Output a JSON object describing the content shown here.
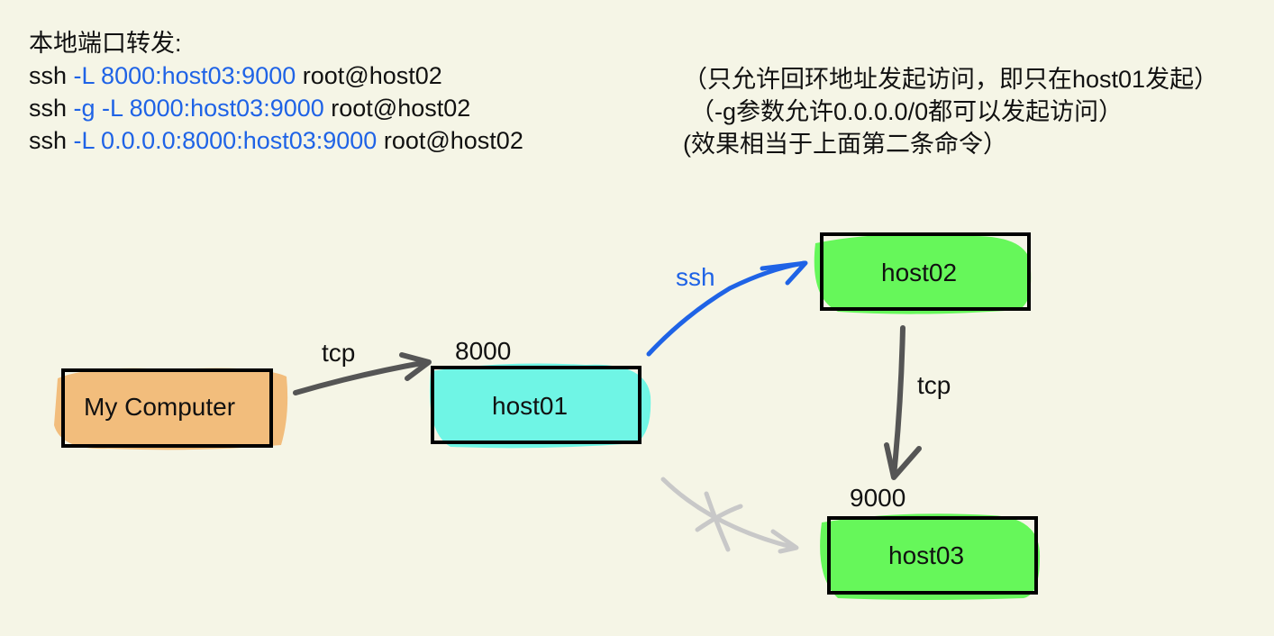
{
  "title": "本地端口转发:",
  "commands": [
    {
      "cmd": "ssh",
      "args": "-L 8000:host03:9000",
      "target": "root@host02",
      "note": "（只允许回环地址发起访问，即只在host01发起）"
    },
    {
      "cmd": "ssh",
      "args": "-g -L 8000:host03:9000",
      "target": "root@host02",
      "note": "（-g参数允许0.0.0.0/0都可以发起访问）"
    },
    {
      "cmd": "ssh",
      "args": "-L 0.0.0.0:8000:host03:9000",
      "target": "root@host02",
      "note": "(效果相当于上面第二条命令）"
    }
  ],
  "nodes": {
    "my_computer": "My Computer",
    "host01": "host01",
    "host02": "host02",
    "host03": "host03"
  },
  "edges": {
    "computer_to_host01": "tcp",
    "host01_to_host02": "ssh",
    "host02_to_host03": "tcp"
  },
  "ports": {
    "host01": "8000",
    "host03": "9000"
  },
  "colors": {
    "command_blue": "#1f63e6",
    "my_computer_fill": "#f2bd7c",
    "host01_fill": "#6ff5e5",
    "host02_fill": "#66f75a",
    "host03_fill": "#66f75a",
    "arrow_dark": "#555555",
    "arrow_ssh": "#1f63e6",
    "arrow_blocked": "#c8c8c8"
  }
}
